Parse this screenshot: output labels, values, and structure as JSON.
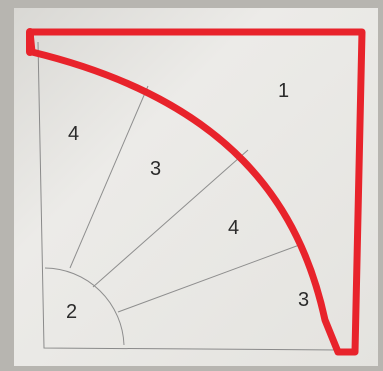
{
  "photo": {
    "colors": {
      "paper": "#e8e7e4",
      "paper_shadow": "#cfcdc8",
      "pencil": "#8e8e8e",
      "marker": "#e8232b",
      "label": "#2b2b2b"
    },
    "region_labels": [
      "1",
      "4",
      "3",
      "4",
      "3",
      "2"
    ]
  }
}
